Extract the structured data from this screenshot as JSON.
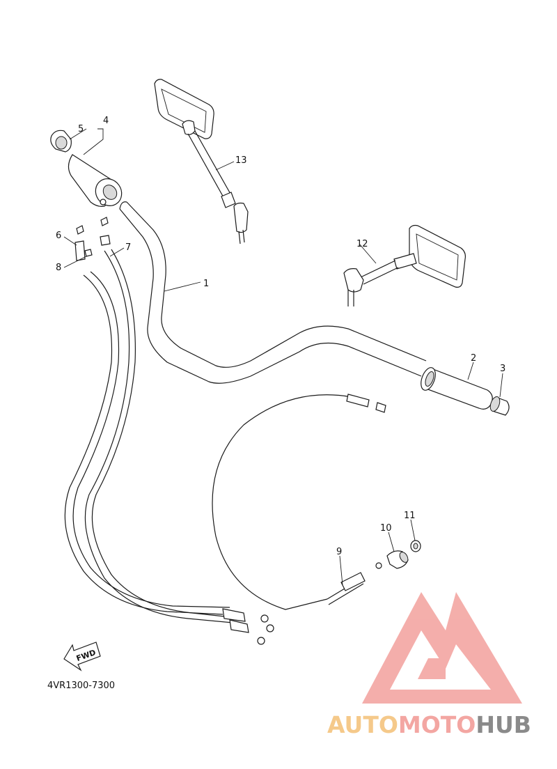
{
  "diagram": {
    "drawing_code": "4VR1300-7300",
    "fwd_label": "FWD",
    "watermark": {
      "segments": [
        "AUTO",
        "MOTO",
        "HUB"
      ],
      "colors": {
        "auto": "#f5c98a",
        "moto": "#f3a6a2",
        "hub": "#8a8a8a",
        "logo": "#f08c88"
      }
    },
    "parts": [
      {
        "number": "1"
      },
      {
        "number": "2"
      },
      {
        "number": "3"
      },
      {
        "number": "4"
      },
      {
        "number": "5"
      },
      {
        "number": "6"
      },
      {
        "number": "7"
      },
      {
        "number": "8"
      },
      {
        "number": "9"
      },
      {
        "number": "10"
      },
      {
        "number": "11"
      },
      {
        "number": "12"
      },
      {
        "number": "13"
      }
    ]
  }
}
